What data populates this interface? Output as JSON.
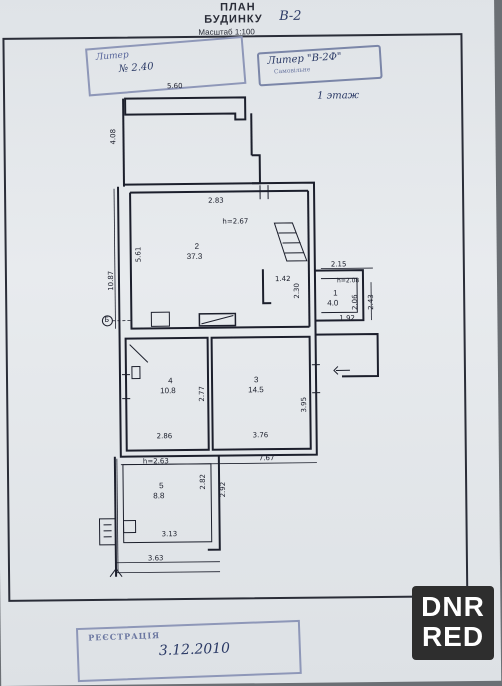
{
  "header": {
    "title": "ПЛАН",
    "subtitle": "БУДИНКУ",
    "building_letter": "В-2",
    "scale": "Масштаб 1:100"
  },
  "stamp_top_left": {
    "lines": [
      "Литер",
      "№ 2.40"
    ]
  },
  "stamp_top_right": {
    "litera": "Литер \"В-2Ф\"",
    "sub": "Самовільне"
  },
  "floor_label": "1 этаж",
  "rooms": [
    {
      "num": "2",
      "area": "37.3"
    },
    {
      "num": "1",
      "area": "4.0"
    },
    {
      "num": "4",
      "area": "10.8"
    },
    {
      "num": "3",
      "area": "14.5"
    },
    {
      "num": "5",
      "area": "8.8"
    }
  ],
  "dimensions": {
    "d_560": "5.60",
    "d_408": "4.08",
    "d_283": "2.83",
    "h_267": "h=2.67",
    "d_561": "5.61",
    "d_1087": "10.87",
    "d_142": "1.42",
    "d_230": "2.30",
    "d_215": "2.15",
    "h_208": "h=2.08",
    "d_206": "2.06",
    "d_243": "2.43",
    "d_192": "1.92",
    "d_277": "2.77",
    "d_395": "3.95",
    "d_286": "2.86",
    "d_376": "3.76",
    "h_263": "h=2.63",
    "d_767": "7.67",
    "d_282": "2.82",
    "d_292": "2.92",
    "d_313": "3.13",
    "d_363": "3.63",
    "axis_b": "Б"
  },
  "stamp_bottom": {
    "line1": "РЕЄСТРАЦІЯ",
    "date": "3.12.2010"
  },
  "watermark": {
    "line1": "DNR",
    "line2": "RED"
  },
  "colors": {
    "paper": "#e3e7ea",
    "ink": "#1c1f2c",
    "stamp": "#6a76a0",
    "background": "#6b6f74"
  }
}
